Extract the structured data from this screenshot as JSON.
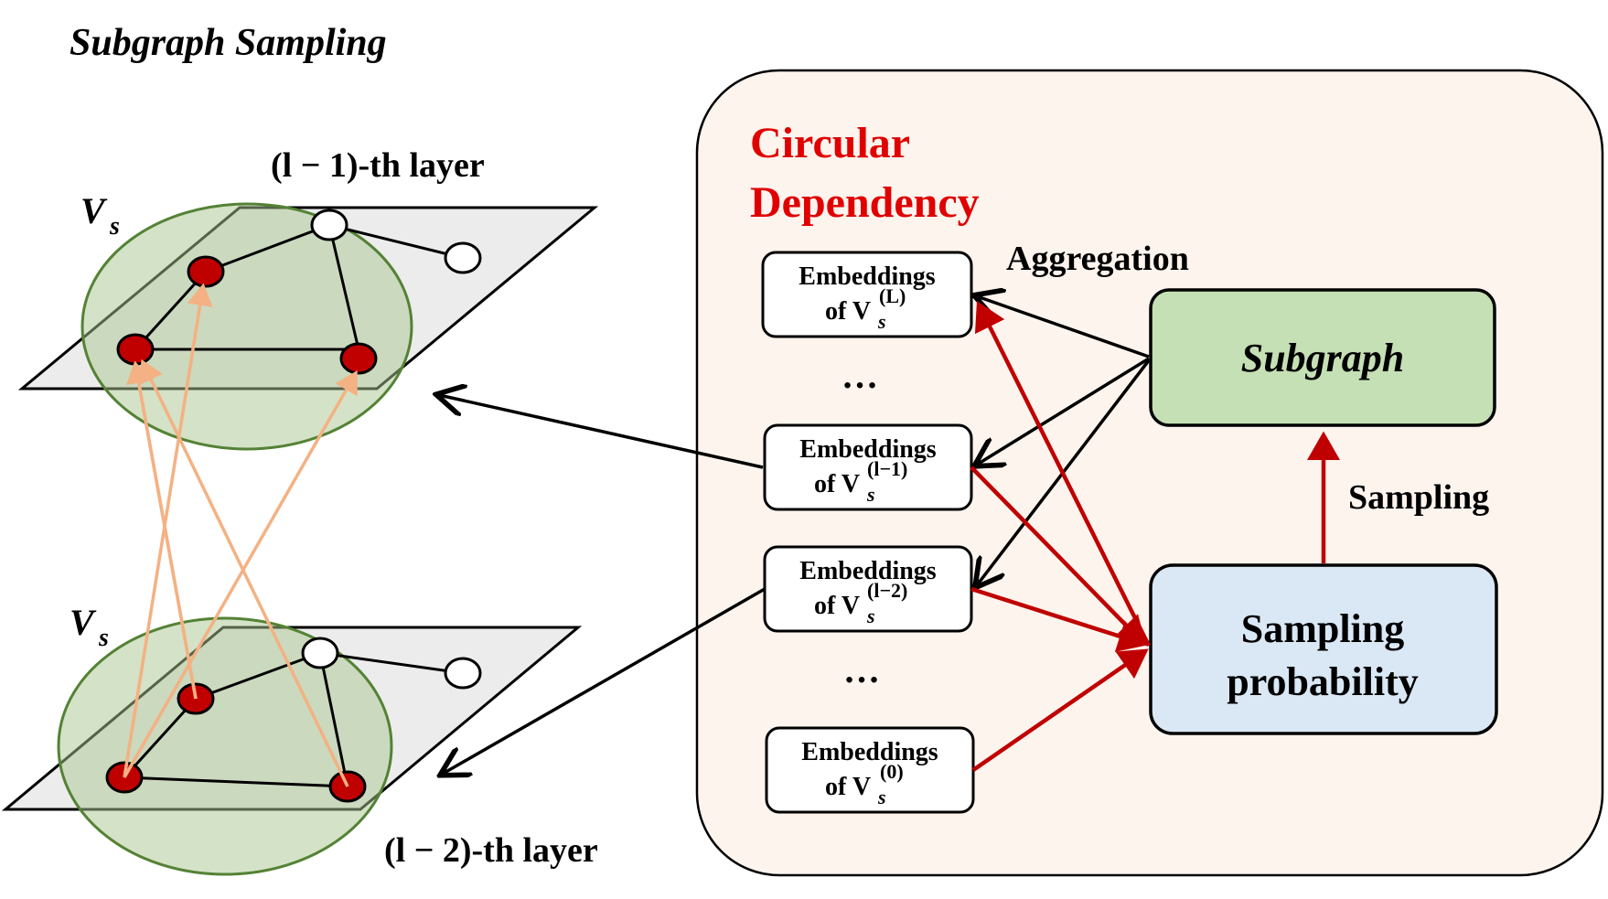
{
  "title": "Subgraph Sampling",
  "upper_layer_label": "(l − 1)-th layer",
  "lower_layer_label": "(l − 2)-th layer",
  "vs_label_main": "V",
  "vs_label_sub": "s",
  "circular_dependency": [
    "Circular",
    "Dependency"
  ],
  "embeddings": [
    {
      "line1": "Embeddings",
      "line2": "of V",
      "sub": "s",
      "sup": "(L)"
    },
    {
      "line1": "Embeddings",
      "line2": "of V",
      "sub": "s",
      "sup": "(l−1)"
    },
    {
      "line1": "Embeddings",
      "line2": "of V",
      "sub": "s",
      "sup": "(l−2)"
    },
    {
      "line1": "Embeddings",
      "line2": "of V",
      "sub": "s",
      "sup": "(0)"
    }
  ],
  "ellipsis": "…",
  "aggregation_label": "Aggregation",
  "sampling_label": "Sampling",
  "subgraph_box": "Subgraph",
  "sampling_prob_box": [
    "Sampling",
    "probability"
  ],
  "colors": {
    "red_arrow": "#c00000",
    "orange_arrow": "#f4b183",
    "node_red": "#c00000",
    "subgraph_fill": "#c5e0b4",
    "prob_fill": "#dae8f5",
    "panel_fill": "#fdf4ee",
    "ellipse_fill": "#a9c68f",
    "plane_fill": "#ececec"
  }
}
